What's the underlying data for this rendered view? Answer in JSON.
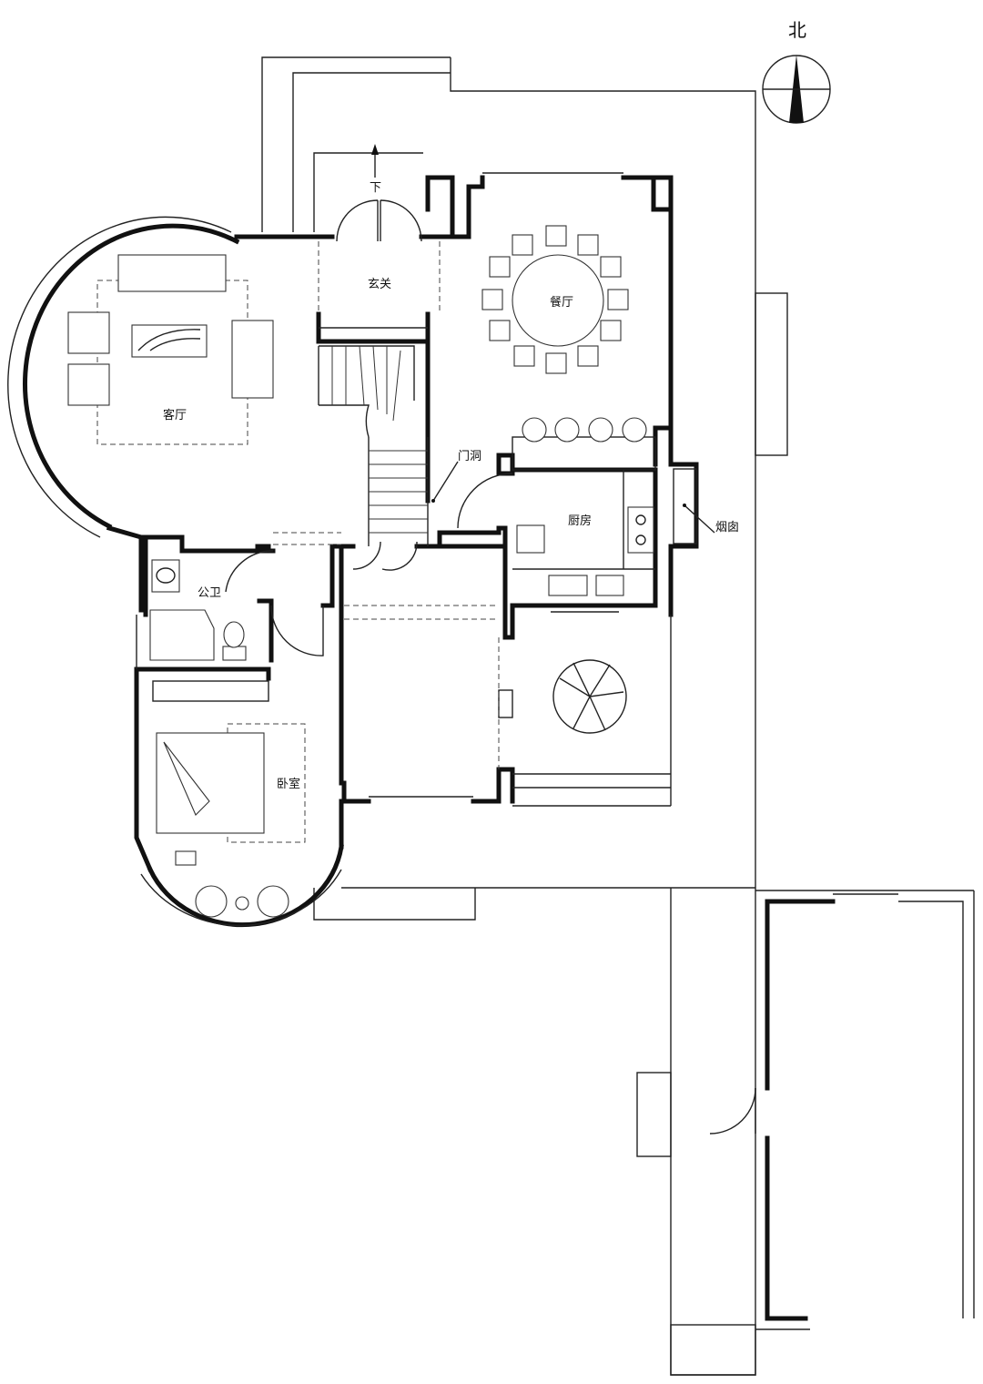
{
  "north": {
    "label": "北"
  },
  "stairs": {
    "down_label": "下"
  },
  "rooms": {
    "foyer": "玄关",
    "dining": "餐厅",
    "living": "客厅",
    "kitchen": "厨房",
    "bathroom": "公卫",
    "bedroom": "卧室"
  },
  "annotations": {
    "doorway": "门洞",
    "chimney": "烟囱"
  }
}
